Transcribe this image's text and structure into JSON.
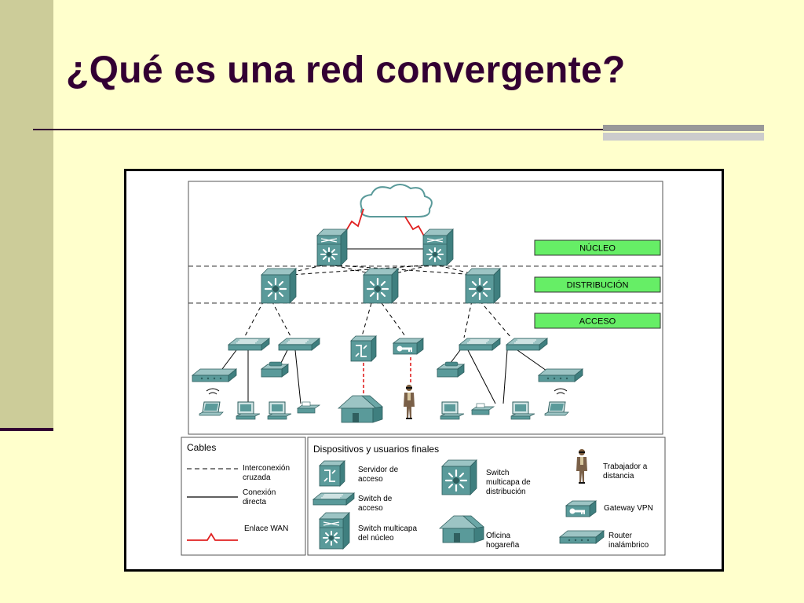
{
  "slide": {
    "title": "¿Qué es una red convergente?",
    "colors": {
      "background": "#ffffcc",
      "sidebar": "#cccc99",
      "title": "#330033",
      "layer_label": "#66ee66"
    }
  },
  "diagram": {
    "layers": [
      {
        "label": "NÚCLEO"
      },
      {
        "label": "DISTRIBUCIÓN"
      },
      {
        "label": "ACCESO"
      }
    ],
    "cables_legend": {
      "title": "Cables",
      "items": [
        {
          "label": [
            "Interconexión",
            "cruzada"
          ]
        },
        {
          "label": [
            "Conexión",
            "directa"
          ]
        },
        {
          "label": [
            "Enlace WAN"
          ]
        }
      ]
    },
    "devices_legend": {
      "title": "Dispositivos y usuarios finales",
      "items": [
        {
          "label": [
            "Servidor de",
            "acceso"
          ]
        },
        {
          "label": [
            "Switch de",
            "acceso"
          ]
        },
        {
          "label": [
            "Switch multicapa",
            "del núcleo"
          ]
        },
        {
          "label": [
            "Switch",
            "multicapa de",
            "distribución"
          ]
        },
        {
          "label": [
            "Oficina",
            "hogareña"
          ]
        },
        {
          "label": [
            "Trabajador a",
            "distancia"
          ]
        },
        {
          "label": [
            "Gateway VPN"
          ]
        },
        {
          "label": [
            "Router",
            "inalámbrico"
          ]
        }
      ]
    }
  }
}
